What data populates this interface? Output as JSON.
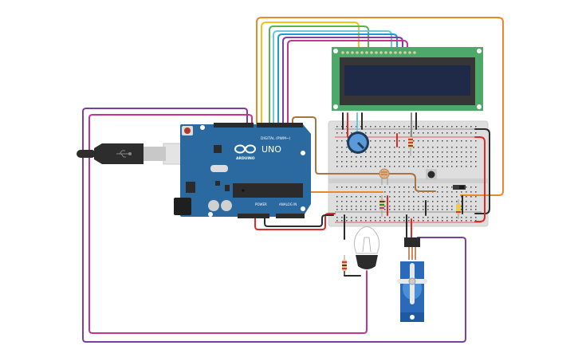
{
  "circuit": {
    "board": {
      "name": "Arduino Uno",
      "brand_label": "ARDUINO",
      "model_label": "UNO",
      "digital_label": "DIGITAL (PWM~)",
      "power_label": "POWER",
      "analog_label": "ANALOG IN",
      "color": "#2a6aa0"
    },
    "lcd": {
      "name": "LCD 16x2",
      "pcb_color": "#4ea86a",
      "screen_color": "#1e2a48"
    },
    "components": [
      {
        "id": "potentiometer",
        "label": "Potentiometer"
      },
      {
        "id": "photoresistor",
        "label": "Photoresistor"
      },
      {
        "id": "pushbutton",
        "label": "Pushbutton"
      },
      {
        "id": "slide-switch",
        "label": "Slide switch"
      },
      {
        "id": "light-bulb",
        "label": "Light bulb"
      },
      {
        "id": "servo",
        "label": "Micro servo"
      },
      {
        "id": "resistors",
        "label": "Resistors",
        "count": 4
      }
    ],
    "wire_colors": {
      "orange": "#e8892a",
      "yellow": "#f2c21b",
      "green": "#55b848",
      "light_blue": "#6ec6d8",
      "blue": "#1a9ad6",
      "purple": "#7b3fa0",
      "magenta": "#c43490",
      "brown": "#a8743f",
      "red": "#e02a2a",
      "black": "#2b2b2b",
      "gray": "#8a8a8a"
    }
  }
}
